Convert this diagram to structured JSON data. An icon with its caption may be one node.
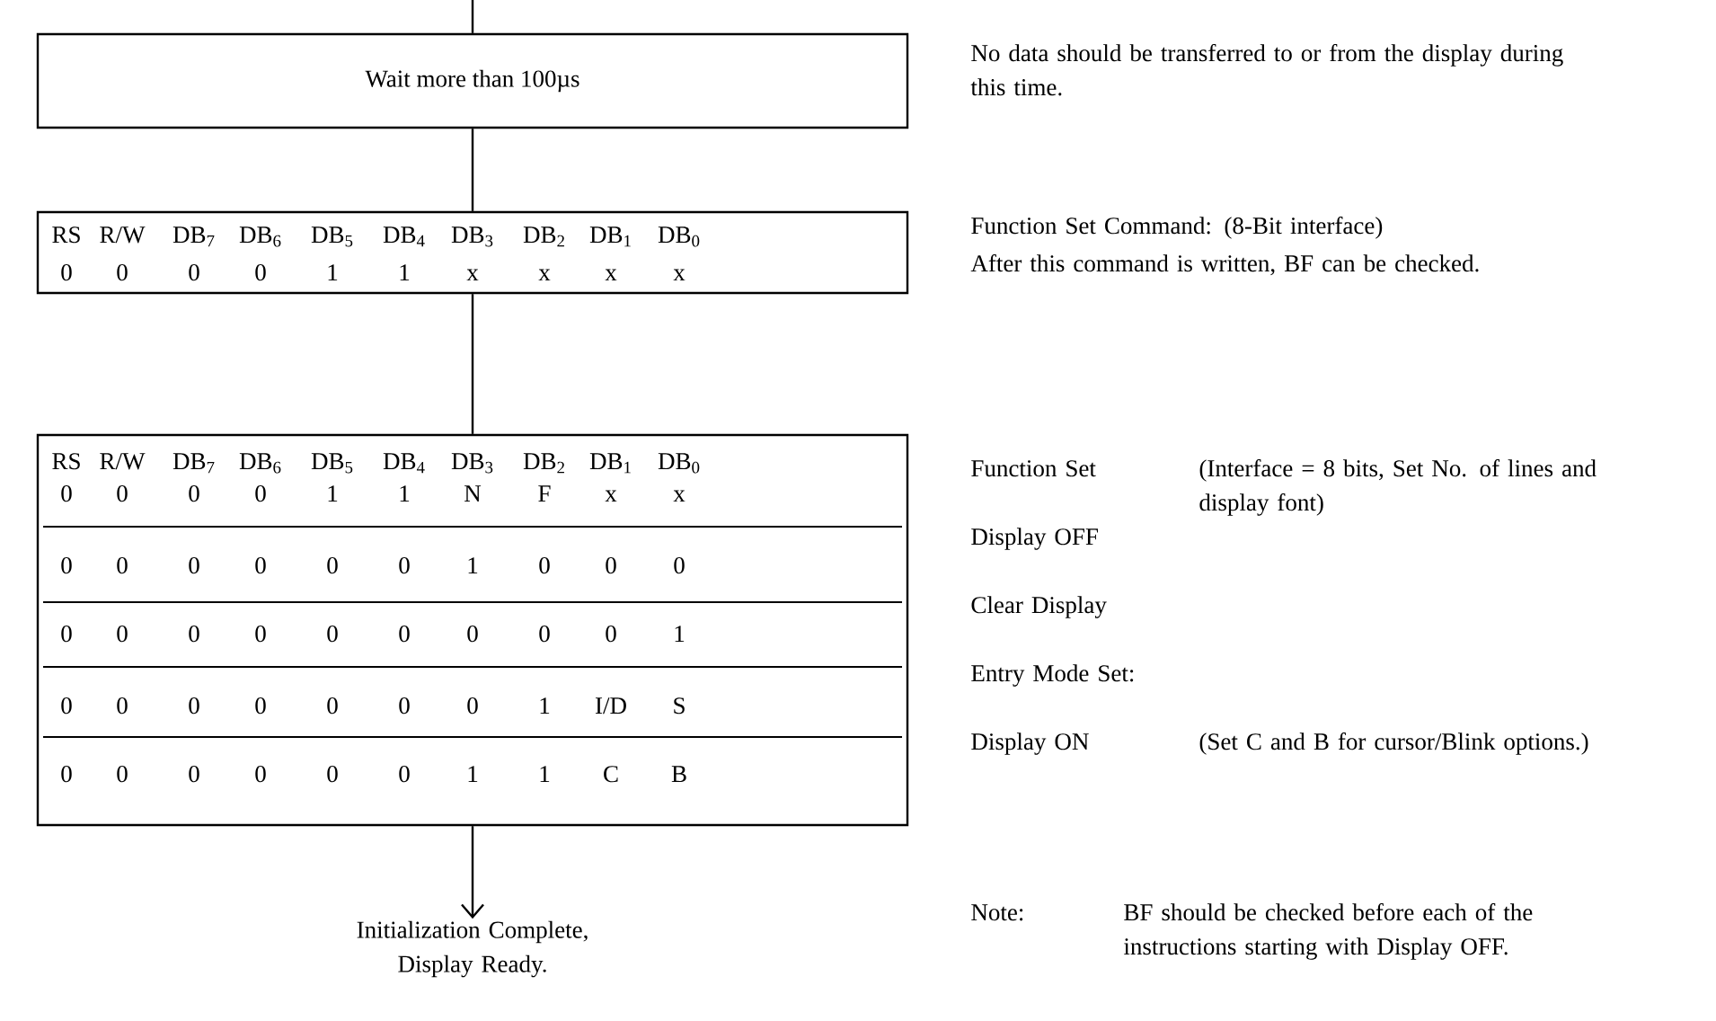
{
  "diagram": {
    "nodes": [
      {
        "text": [
          "Wait more than 100µs"
        ]
      },
      {
        "text": [
          "RS",
          "R/W",
          "DB$_{7}$",
          "DB$_{6}$",
          "DB$_{5}$",
          "DB$_{4}$",
          "DB$_{3}$",
          "DB$_{2}$",
          "DB$_{1}$",
          "DB$_{0}$",
          "0",
          "0",
          "0",
          "0",
          "1",
          "1",
          "x",
          "x",
          "x",
          "x"
        ]
      },
      {
        "text": [
          "RS",
          "R/W",
          "DB$_{7}$",
          "DB$_{6}$",
          "DB$_{5}$",
          "DB$_{4}$",
          "DB$_{3}$",
          "DB$_{2}$",
          "DB$_{1}$",
          "DB$_{0}$",
          "0",
          "0",
          "0",
          "0",
          "1",
          "1",
          "N",
          "F",
          "x",
          "x",
          "0",
          "0",
          "0",
          "0",
          "0",
          "0",
          "1",
          "0",
          "0",
          "0",
          "0",
          "0",
          "0",
          "0",
          "0",
          "0",
          "0",
          "0",
          "0",
          "1",
          "0",
          "0",
          "0",
          "0",
          "0",
          "0",
          "0",
          "1",
          "I/D",
          "S",
          "0",
          "0",
          "0",
          "0",
          "0",
          "0",
          "1",
          "1",
          "C",
          "B"
        ]
      },
      {
        "text": [
          "Initialization Complete, Display Ready."
        ]
      }
    ],
    "edges": [
      {
        "from": null,
        "to": 0,
        "arrow": "none"
      },
      {
        "from": 0,
        "to": 1,
        "arrow": "none"
      },
      {
        "from": 1,
        "to": 2,
        "arrow": "none"
      },
      {
        "from": 2,
        "to": 3,
        "arrow": "to"
      }
    ],
    "labels": [
      "No data should be transferred to or from the display during this time.",
      "Function Set Command:  (8-Bit interface)",
      "After this command is written, BF can be checked.",
      "Function Set",
      "(Interface = 8 bits, Set No. of lines and display font)",
      "Display OFF",
      "Clear Display",
      "Entry Mode Set:",
      "Display ON",
      "(Set C and B for cursor/Blink options.)",
      "Note:",
      "BF should be checked before each of the instructions starting with Display OFF."
    ]
  }
}
